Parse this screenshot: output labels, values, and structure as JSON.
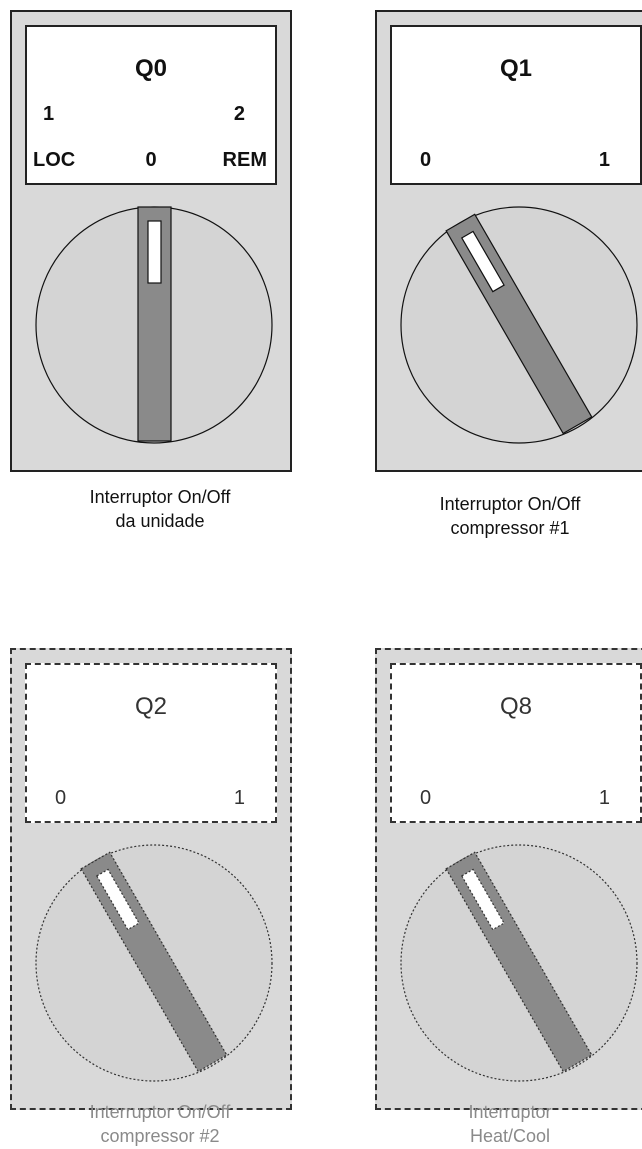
{
  "switches": [
    {
      "name": "Q0",
      "positions_top": [
        "1",
        "2"
      ],
      "positions_bottom": [
        "LOC",
        "0",
        "REM"
      ],
      "knob_angle_deg": 0,
      "style": "solid",
      "caption": [
        "Interruptor On/Off",
        "da unidade"
      ]
    },
    {
      "name": "Q1",
      "positions_bottom": [
        "0",
        "1"
      ],
      "knob_angle_deg": -30,
      "style": "solid",
      "caption": [
        "Interruptor On/Off",
        "compressor #1"
      ]
    },
    {
      "name": "Q2",
      "positions_bottom": [
        "0",
        "1"
      ],
      "knob_angle_deg": -30,
      "style": "dashed",
      "caption": [
        "Interruptor On/Off",
        "compressor #2"
      ]
    },
    {
      "name": "Q8",
      "positions_bottom": [
        "0",
        "1"
      ],
      "knob_angle_deg": -30,
      "style": "dashed",
      "caption": [
        "Interruptor",
        "Heat/Cool"
      ]
    }
  ]
}
